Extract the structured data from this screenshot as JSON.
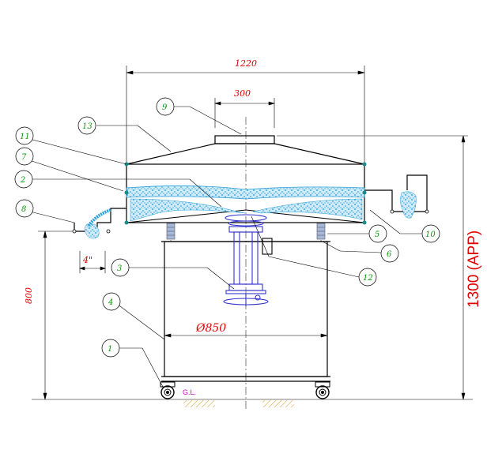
{
  "dimensions": {
    "overall_width": "1220",
    "outlet_width": "300",
    "leg_height": "800",
    "overall_height": "1300 (APP)",
    "diameter": "Ø850",
    "spout_size": "4\""
  },
  "ground_label": "G.L.",
  "callouts": [
    "1",
    "2",
    "3",
    "4",
    "5",
    "6",
    "7",
    "8",
    "9",
    "10",
    "11",
    "12",
    "13"
  ],
  "colors": {
    "outline": "#000000",
    "dimension": "#e00000",
    "callout": "#0a9a0a",
    "material": "#2aa0d8",
    "motor": "#3333cc",
    "ground": "#cc00cc",
    "spring": "#8fa0c8"
  }
}
